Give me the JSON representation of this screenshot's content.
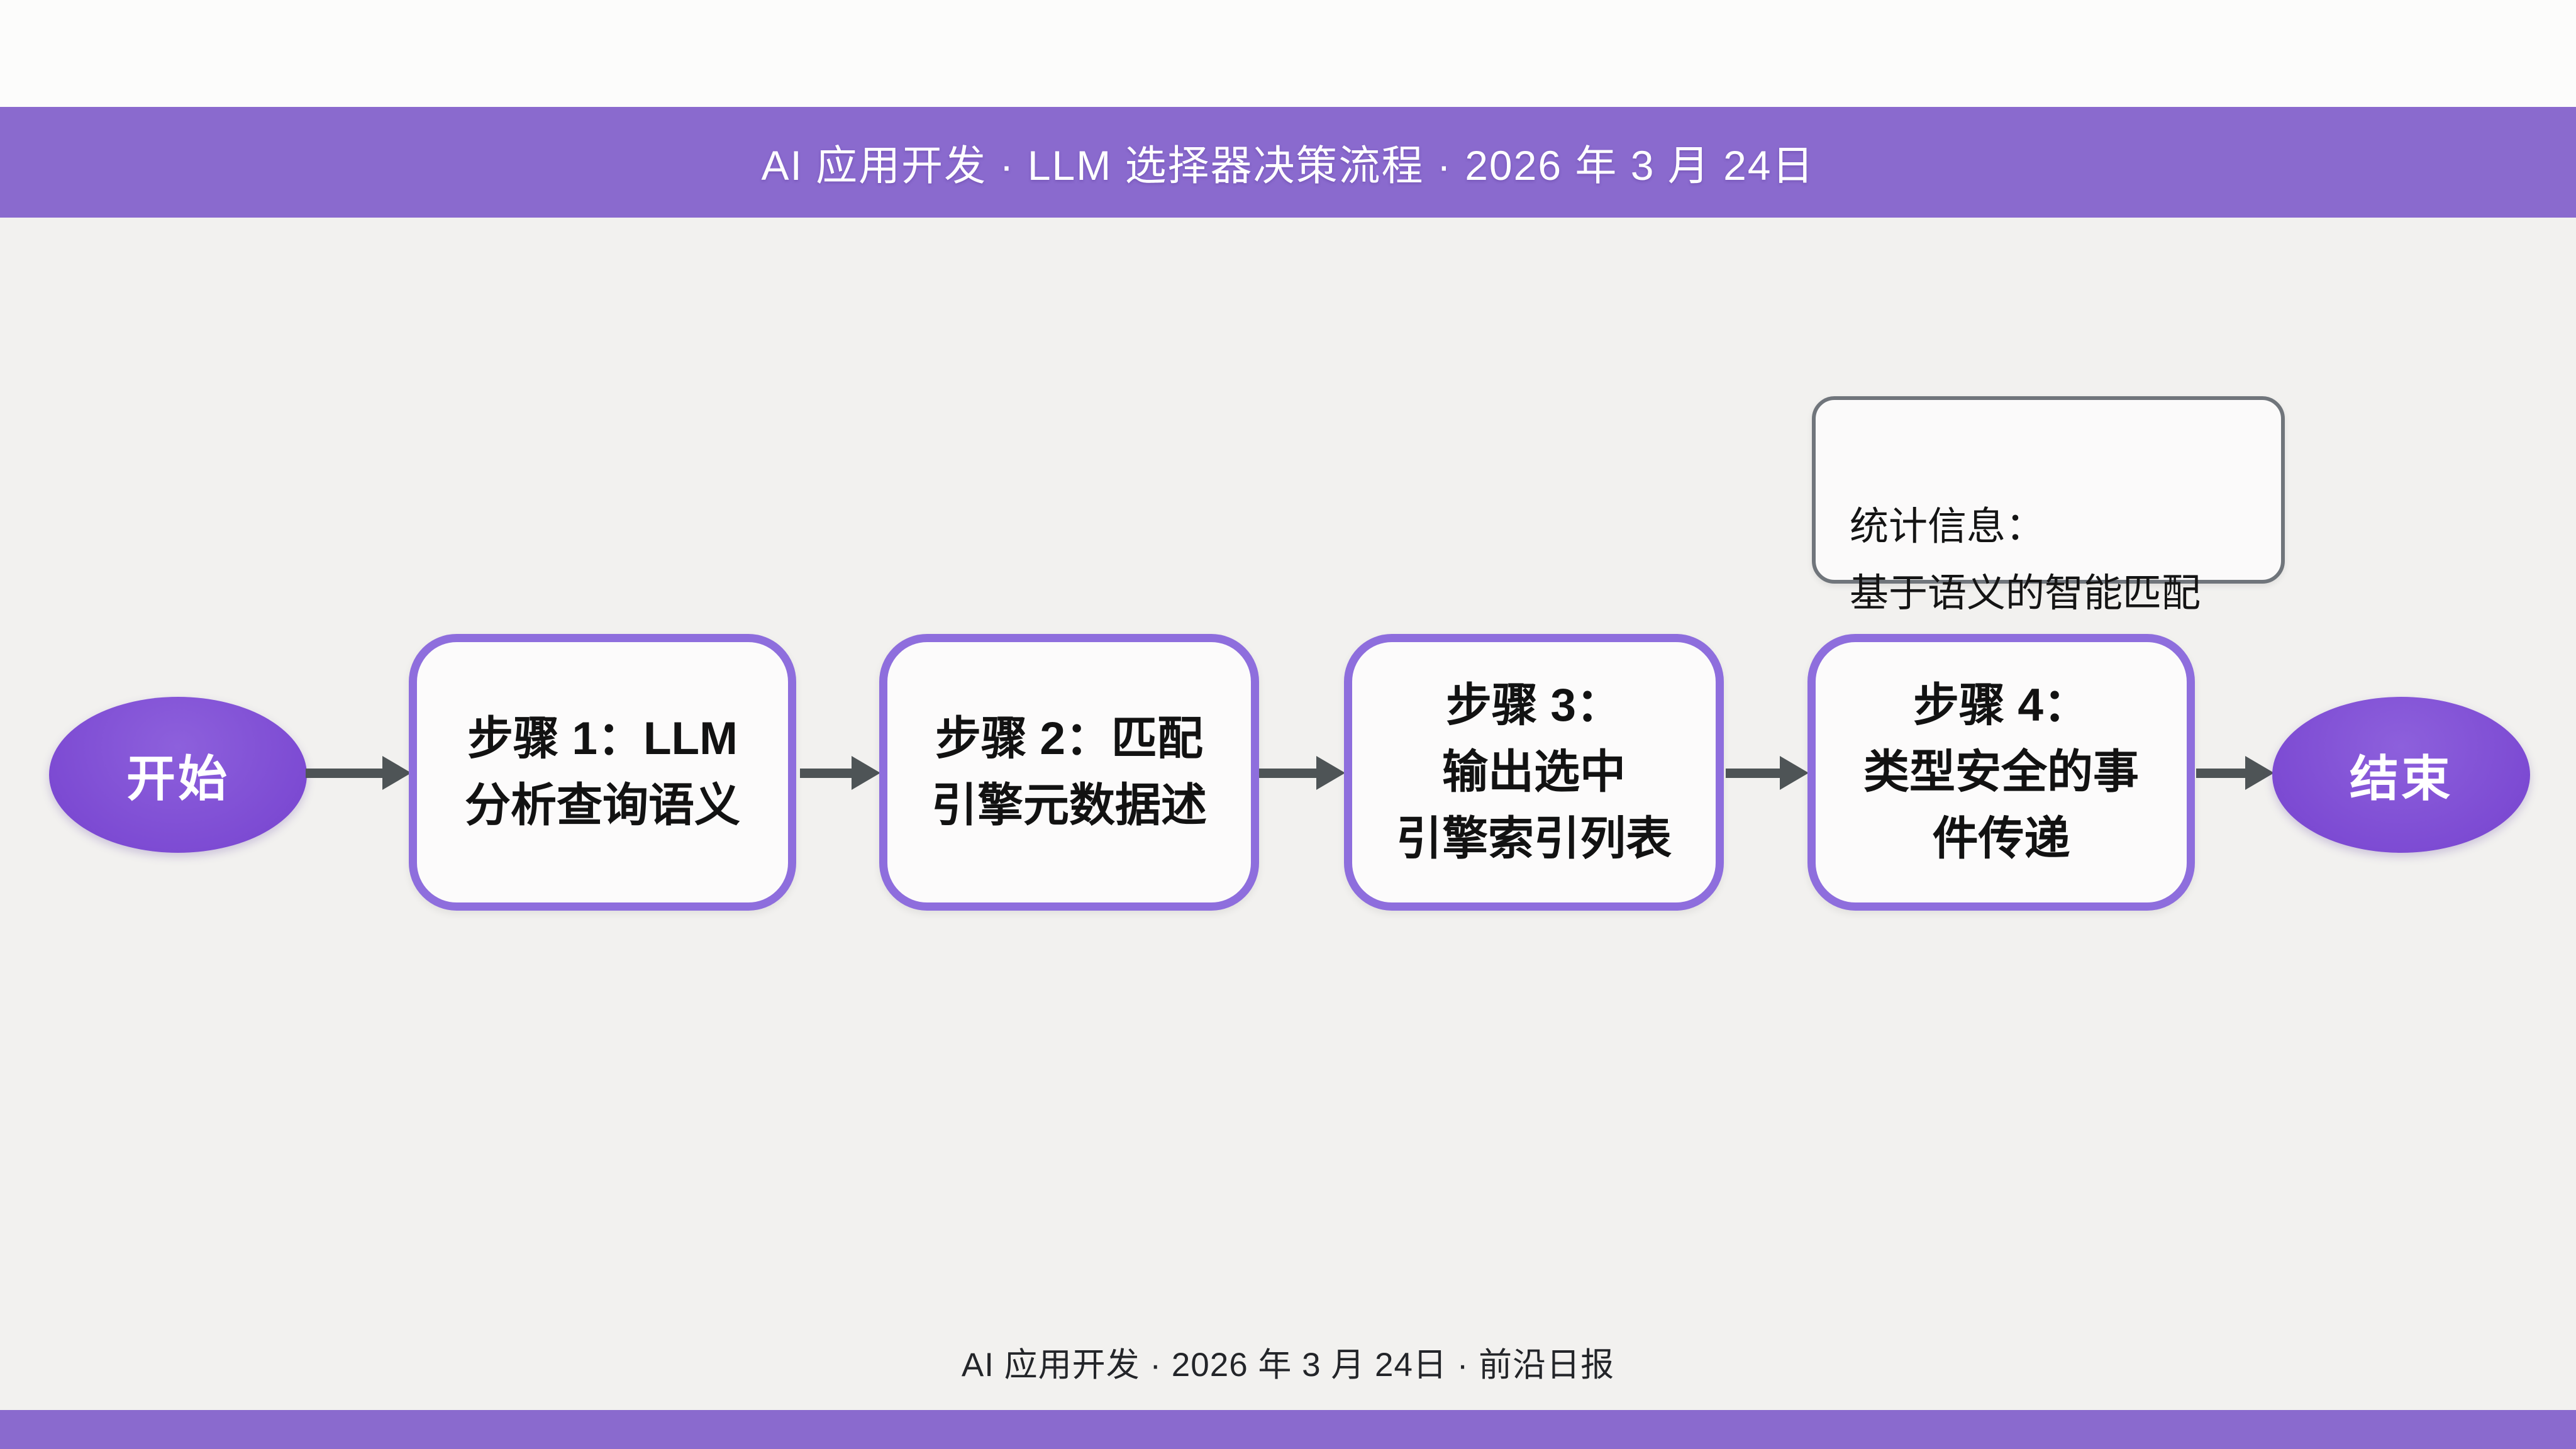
{
  "header": {
    "title": "AI 应用开发 · LLM 选择器决策流程 · 2026 年 3 月 24日"
  },
  "annotation": {
    "text": "统计信息：\n基于语义的智能匹配"
  },
  "flow": {
    "start": {
      "label": "开始"
    },
    "end": {
      "label": "结束"
    },
    "steps": [
      {
        "text": "步骤 1：LLM\n分析查询语义"
      },
      {
        "text": "步骤 2：匹配\n引擎元数据述"
      },
      {
        "text": "步骤 3：\n输出选中\n引擎索引列表"
      },
      {
        "text": "步骤 4：\n类型安全的事\n件传递"
      }
    ]
  },
  "footer": {
    "text": "AI 应用开发 · 2026 年 3 月 24日 · 前沿日报"
  },
  "colors": {
    "accent_band": "#8a6ace",
    "node_fill": "#7d4bd3",
    "box_border": "#8e6edd",
    "box_fill": "#fcfbfb",
    "arrow": "#4e5456",
    "annotation_border": "#70757b",
    "background": "#f2f1ef"
  }
}
